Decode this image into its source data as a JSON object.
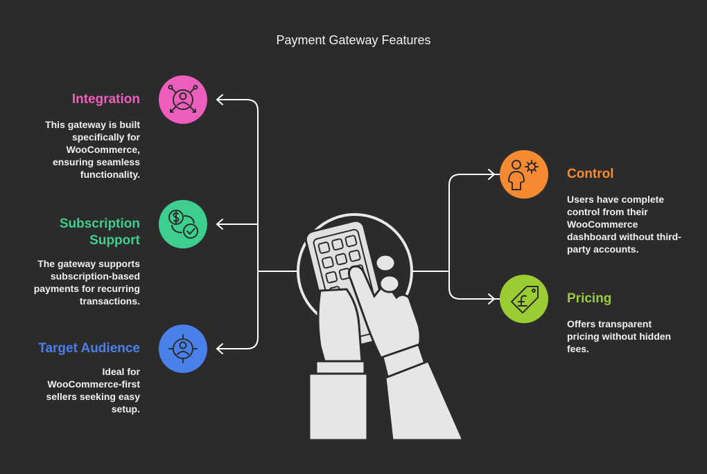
{
  "title": "Payment Gateway Features",
  "features": [
    {
      "heading": "Integration",
      "text": "This gateway is built specifically for WooCommerce, ensuring seamless functionality.",
      "color": "#ee5fbd",
      "icon": "user-network-icon"
    },
    {
      "heading": "Subscription Support",
      "text": "The gateway supports subscription-based payments for recurring transactions.",
      "color": "#3ecf8e",
      "icon": "dollar-check-icon"
    },
    {
      "heading": "Target Audience",
      "text": "Ideal for WooCommerce-first sellers seeking easy setup.",
      "color": "#4a80ea",
      "icon": "target-user-icon"
    },
    {
      "heading": "Control",
      "text": "Users have complete control from their WooCommerce dashboard without third-party accounts.",
      "color": "#f58a32",
      "icon": "user-gear-icon"
    },
    {
      "heading": "Pricing",
      "text": "Offers transparent pricing without hidden fees.",
      "color": "#9ccc34",
      "icon": "price-tag-icon"
    }
  ],
  "central_illustration": "hand-tapping-calculator-icon"
}
